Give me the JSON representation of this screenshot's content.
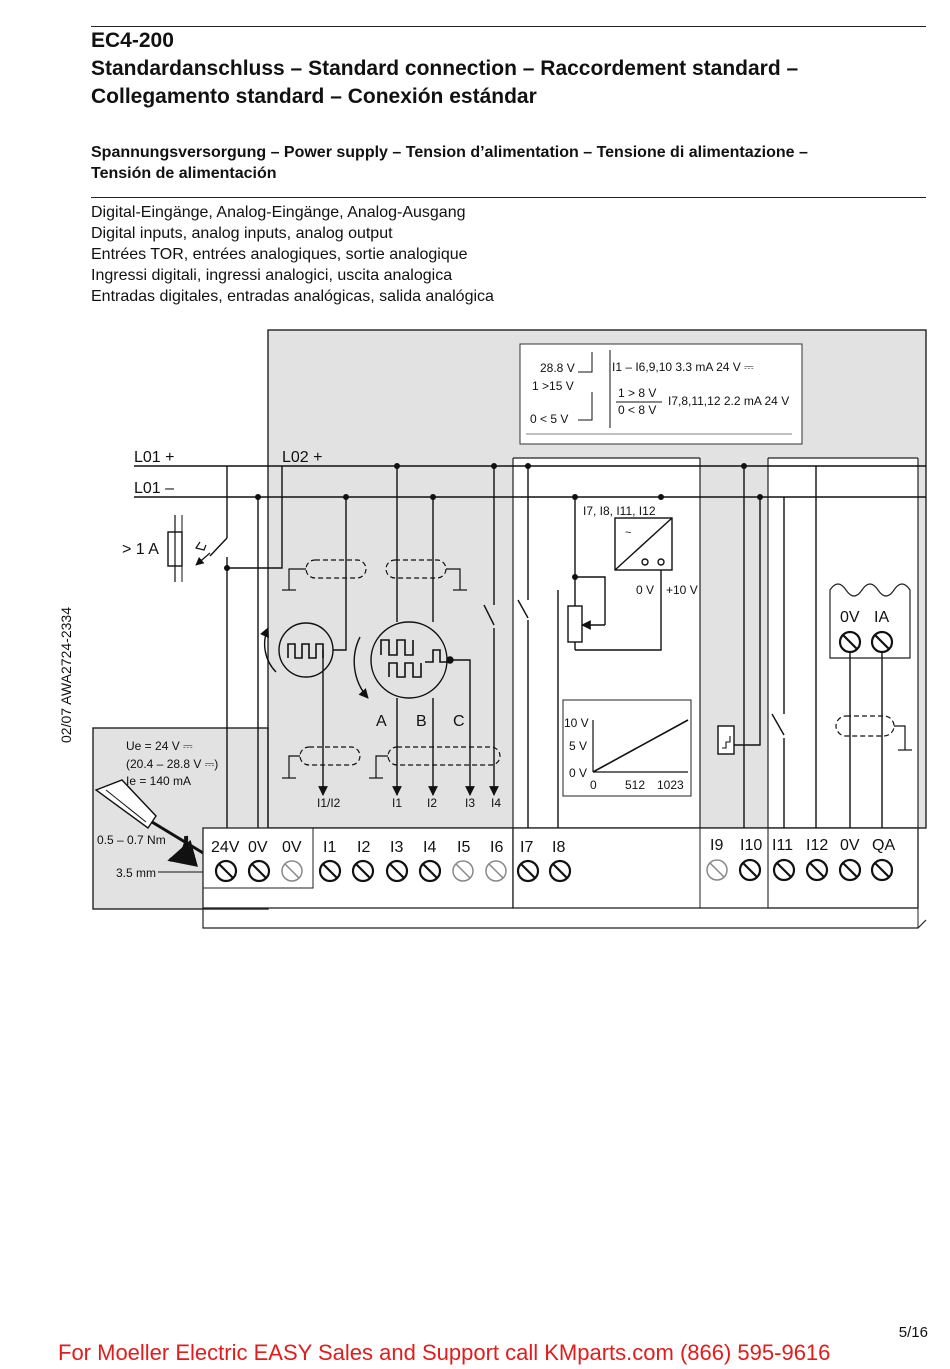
{
  "header": {
    "model": "EC4-200",
    "title_line1": "Standardanschluss – Standard connection – Raccordement standard –",
    "title_line2": "Collegamento standard – Conexión estándar"
  },
  "power_supply": {
    "line1": "Spannungsversorgung – Power supply – Tension d’alimentation – Tensione di alimentazione –",
    "line2": "Tensión de alimentación"
  },
  "description_lines": [
    "Digital-Eingänge, Analog-Eingänge, Analog-Ausgang",
    "Digital inputs, analog inputs, analog output",
    "Entrées TOR, entrées analogiques, sortie analogique",
    "Ingressi digitali, ingressi analogici, uscita analogica",
    "Entradas digitales, entradas analógicas, salida analógica"
  ],
  "diagram": {
    "spec": {
      "v28": "28.8 V",
      "v15": "1 >15 V",
      "v5": "0 < 5 V",
      "inputs_a": "I1 – I6,9,10  3.3 mA 24 V ⎓",
      "v8hi": "1 > 8 V",
      "v8lo": "0 < 8 V",
      "inputs_b": "I7,8,11,12  2.2 mA 24 V"
    },
    "lines": {
      "l01p": "L01 +",
      "l01m": "L01  –",
      "l02p": "L02 +",
      "fuse": "> 1 A"
    },
    "supply_box": {
      "ue": "Ue = 24 V ⎓",
      "range": "(20.4 – 28.8 V ⎓)",
      "ie": "Ie = 140 mA",
      "torque": "0.5 – 0.7 Nm",
      "width": "3.5 mm"
    },
    "encoder": {
      "a": "A",
      "b": "B",
      "c": "C"
    },
    "arrow_labels": [
      "I1/I2",
      "I1",
      "I2",
      "I3",
      "I4"
    ],
    "analog": {
      "inputs": "I7, I8, I11, I12",
      "zero": "0 V",
      "ten": "+10 V",
      "wave": "~"
    },
    "graph": {
      "y10": "10 V",
      "y5": "5 V",
      "y0": "0 V",
      "x0": "0",
      "x512": "512",
      "x1023": "1023"
    },
    "output": {
      "ov": "0V",
      "ia": "IA"
    },
    "terminals_left": [
      "24V",
      "0V",
      "0V",
      "I1",
      "I2",
      "I3",
      "I4",
      "I5",
      "I6",
      "I7",
      "I8"
    ],
    "terminals_right": [
      "I9",
      "I10",
      "I11",
      "I12",
      "0V",
      "QA"
    ]
  },
  "side_code": "02/07 AWA2724-2334",
  "page_number": "5/16",
  "footer": "For Moeller Electric EASY Sales and Support call KMparts.com (866) 595-9616"
}
